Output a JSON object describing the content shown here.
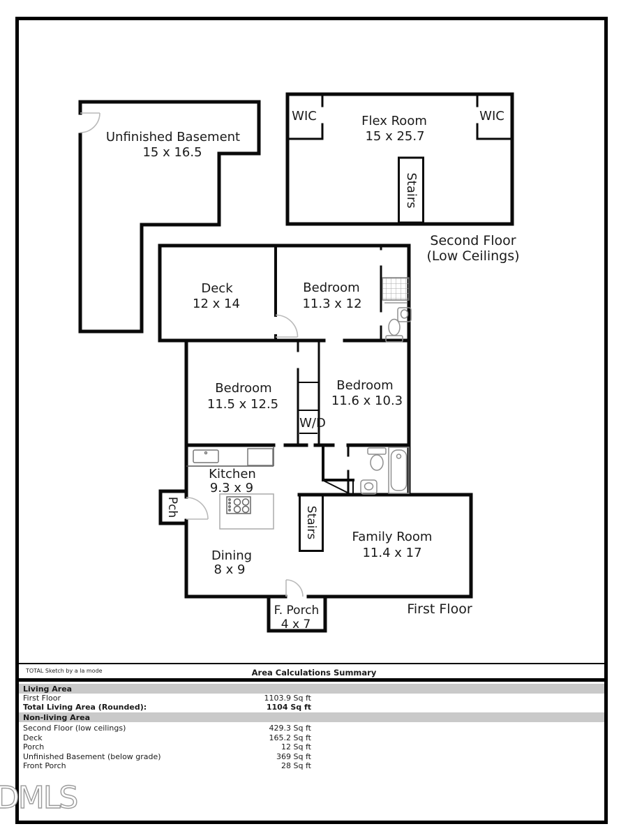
{
  "watermark": "DMLS",
  "rooms": {
    "basement": {
      "name": "Unfinished Basement",
      "dims": "15 x 16.5"
    },
    "flex": {
      "name": "Flex Room",
      "dims": "15 x 25.7"
    },
    "wic_left": {
      "name": "WIC"
    },
    "wic_right": {
      "name": "WIC"
    },
    "stairs_second": {
      "name": "Stairs"
    },
    "deck": {
      "name": "Deck",
      "dims": "12 x 14"
    },
    "bedroom_top": {
      "name": "Bedroom",
      "dims": "11.3 x 12"
    },
    "bedroom_left": {
      "name": "Bedroom",
      "dims": "11.5 x 12.5"
    },
    "bedroom_right": {
      "name": "Bedroom",
      "dims": "11.6 x 10.3"
    },
    "wd": {
      "name": "W/D"
    },
    "kitchen": {
      "name": "Kitchen",
      "dims": "9.3 x 9"
    },
    "pch": {
      "name": "Pch"
    },
    "stairs_first": {
      "name": "Stairs"
    },
    "dining": {
      "name": "Dining",
      "dims": "8 x 9"
    },
    "family": {
      "name": "Family Room",
      "dims": "11.4 x 17"
    },
    "fporch": {
      "name": "F. Porch",
      "dims": "4 x 7"
    }
  },
  "captions": {
    "second_floor_line1": "Second Floor",
    "second_floor_line2": "(Low Ceilings)",
    "first_floor": "First Floor"
  },
  "summary": {
    "branding": "TOTAL Sketch by a la mode",
    "title": "Area Calculations Summary",
    "sections": [
      {
        "header": "Living Area",
        "rows": [
          {
            "label": "First Floor",
            "value": "1103.9 Sq ft"
          },
          {
            "label": "Total Living Area (Rounded):",
            "value": "1104 Sq ft"
          }
        ]
      },
      {
        "header": "Non-living Area",
        "rows": [
          {
            "label": "Second Floor (low ceilings)",
            "value": "429.3 Sq ft"
          },
          {
            "label": "Deck",
            "value": "165.2 Sq ft"
          },
          {
            "label": "Porch",
            "value": "12 Sq ft"
          },
          {
            "label": "Unfinished Basement (below grade)",
            "value": "369 Sq ft"
          },
          {
            "label": "Front Porch",
            "value": "28 Sq ft"
          }
        ]
      }
    ]
  },
  "colors": {
    "wall": "#0a0a0a",
    "fixture": "#8f8f8f",
    "door_arc": "#b9b9b9",
    "table_band": "#c9c9c9",
    "watermark_outline": "#9a9a9a"
  }
}
